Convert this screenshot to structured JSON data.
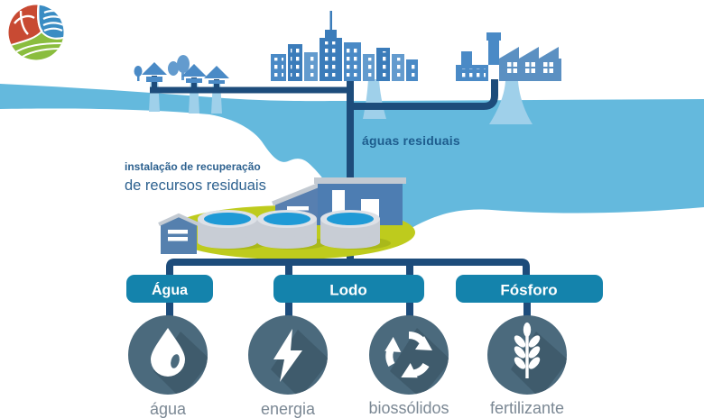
{
  "diagram": {
    "wastewater_label": "águas residuais",
    "facility_label_line1": "instalação de recuperação",
    "facility_label_line2": "de recursos residuais",
    "pills": [
      {
        "label": "Água"
      },
      {
        "label": "Lodo"
      },
      {
        "label": "Fósforo"
      }
    ],
    "products": [
      {
        "label": "água",
        "icon": "water-drop-icon"
      },
      {
        "label": "energia",
        "icon": "lightning-bolt-icon"
      },
      {
        "label": "biossólidos",
        "icon": "recycle-icon"
      },
      {
        "label": "fertilizante",
        "icon": "wheat-icon"
      }
    ]
  },
  "colors": {
    "river": "#64b9dd",
    "stream": "#9fd0ea",
    "pipe": "#1d4c7b",
    "building_mid": "#4a8ac6",
    "building_light": "#639bce",
    "building_dark": "#3b7cba",
    "facility_building": "#4d7db2",
    "pill": "#1483ac",
    "badge": "#4b6a7d",
    "badge_shadow": "#3f5b6c",
    "ground_oval": "#becb1d",
    "tank_gray": "#c8cdd5",
    "tank_water": "#1f9ad6",
    "heading_text": "#2d618f",
    "wastewater_text": "#1d5c8d",
    "product_text": "#7b8894"
  }
}
